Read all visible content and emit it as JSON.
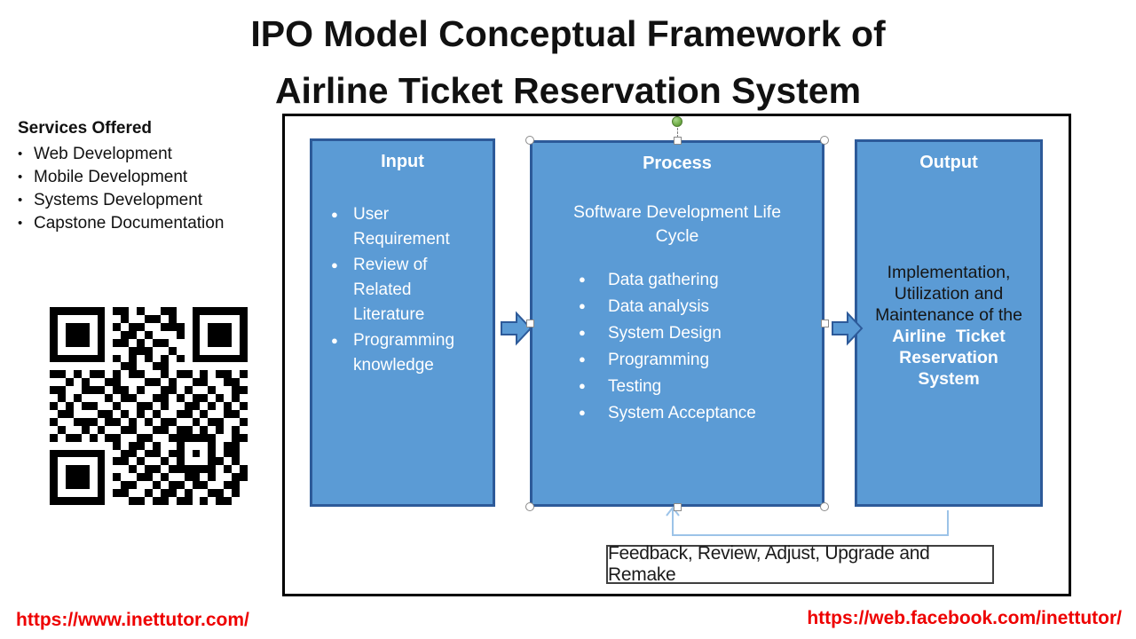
{
  "title": {
    "line1": "IPO Model Conceptual Framework of",
    "line2": "Airline Ticket Reservation System"
  },
  "services": {
    "heading": "Services Offered",
    "bullet": "•",
    "items": [
      "Web Development",
      "Mobile Development",
      "Systems Development",
      "Capstone Documentation"
    ]
  },
  "qr": {
    "rows": [
      "1111111011010011001111111",
      "1000001001001101001000001",
      "1011101010110011101011101",
      "1011101001101000101011101",
      "1011101011010110001011101",
      "1000001000111001001000001",
      "1111111010101010101111111",
      "0000000001100110000000000",
      "1101011010110010110101101",
      "0010100110001101001100110",
      "1100111011010011010010011",
      "0101000101100110101101010",
      "1010110010011010011010101",
      "0110001101010100110100110",
      "1001110110101011001011001",
      "0100101001100110110101010",
      "1011010110011001111110011",
      "0000000010110100100010110",
      "1111111001101101101010110",
      "1000001011010010100011010",
      "1011101000101101111110101",
      "1011101010011010011010011",
      "1011101001100101101100110",
      "1000001011001011010011010",
      "1111111000110110110101100"
    ]
  },
  "diagram": {
    "bullet": "●",
    "input": {
      "title": "Input",
      "items": [
        "User\nRequirement",
        "Review of\nRelated\nLiterature",
        "Programming\nknowledge"
      ]
    },
    "process": {
      "title": "Process",
      "subtitle": "Software Development Life\nCycle",
      "items": [
        "Data gathering",
        "Data analysis",
        "System Design",
        "Programming",
        "Testing",
        "System Acceptance"
      ]
    },
    "output": {
      "title": "Output",
      "text_plain": "Implementation,\nUtilization and\nMaintenance of the",
      "text_bold": "Airline  Ticket\nReservation\nSystem"
    },
    "feedback_label": "Feedback, Review, Adjust, Upgrade and Remake"
  },
  "footer": {
    "left_url": "https://www.inettutor.com/",
    "right_url": "https://web.facebook.com/inettutor/"
  },
  "colors": {
    "box_fill": "#5b9bd5",
    "box_border": "#2d5a99",
    "connector_blue": "#9cc3e8",
    "link_red": "#ee0000",
    "rotate_handle_green": "#70ad47"
  }
}
